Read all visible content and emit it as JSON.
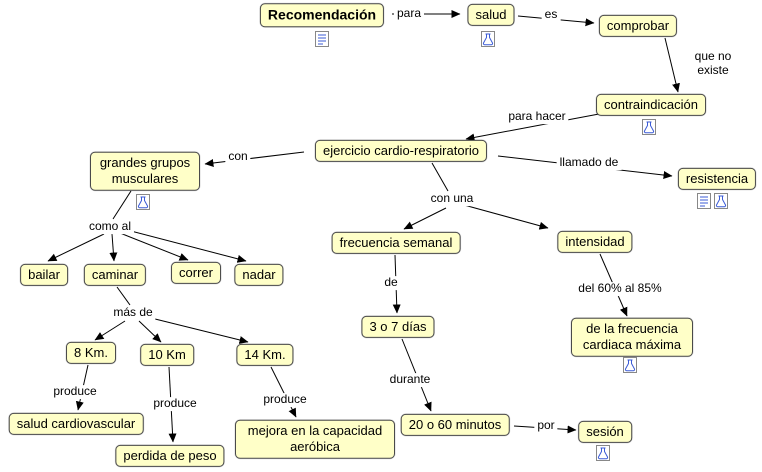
{
  "title": "Mapa conceptual: Recomendación de ejercicio cardio-respiratorio",
  "colors": {
    "background": "#FFFFFF",
    "node_fill": "#FFFFC8",
    "node_border": "#4A4A4A",
    "line": "#000000",
    "icon_accent": "#3B5BD6"
  },
  "icons": {
    "document": "document-icon",
    "flask": "flask-icon"
  },
  "nodes": {
    "recomendacion": {
      "label": "Recomendación",
      "icons": [
        "document-icon"
      ]
    },
    "salud": {
      "label": "salud",
      "icons": [
        "flask-icon"
      ]
    },
    "comprobar": {
      "label": "comprobar",
      "icons": []
    },
    "contraindicacion": {
      "label": "contraindicación",
      "icons": [
        "flask-icon"
      ]
    },
    "ejercicio": {
      "label": "ejercicio cardio-respiratorio",
      "icons": []
    },
    "grandes": {
      "label": "grandes grupos musculares",
      "icons": [
        "flask-icon"
      ]
    },
    "resistencia": {
      "label": "resistencia",
      "icons": [
        "document-icon",
        "flask-icon"
      ]
    },
    "frecuencia_semanal": {
      "label": "frecuencia semanal",
      "icons": []
    },
    "intensidad": {
      "label": "intensidad",
      "icons": []
    },
    "bailar": {
      "label": "bailar",
      "icons": []
    },
    "caminar": {
      "label": "caminar",
      "icons": []
    },
    "correr": {
      "label": "correr",
      "icons": []
    },
    "nadar": {
      "label": "nadar",
      "icons": []
    },
    "km_8": {
      "label": "8 Km.",
      "icons": []
    },
    "km_10": {
      "label": "10 Km",
      "icons": []
    },
    "km_14": {
      "label": "14 Km.",
      "icons": []
    },
    "dias_3_o_7": {
      "label": "3 o 7 días",
      "icons": []
    },
    "frecuencia_cardiaca_maxima": {
      "label": "de la frecuencia cardiaca máxima",
      "icons": [
        "flask-icon"
      ]
    },
    "salud_cardiovascular": {
      "label": "salud cardiovascular",
      "icons": []
    },
    "perdida_de_peso": {
      "label": "perdida de peso",
      "icons": []
    },
    "mejora_capacidad_aerobica": {
      "label": "mejora en la capacidad aeróbica",
      "icons": []
    },
    "minutos_20_o_60": {
      "label": "20 o 60 minutos",
      "icons": []
    },
    "sesion": {
      "label": "sesión",
      "icons": [
        "flask-icon"
      ]
    }
  },
  "edge_labels": {
    "para": "para",
    "es": "es",
    "que_no_existe": "que no existe",
    "para_hacer": "para hacer",
    "con": "con",
    "llamado_de": "llamado de",
    "con_una": "con una",
    "como_al": "como al",
    "mas_de": "más de",
    "de": "de",
    "del_60_al_85": "del 60% al 85%",
    "durante": "durante",
    "produce_1": "produce",
    "produce_2": "produce",
    "produce_3": "produce",
    "por": "por"
  },
  "propositions": [
    {
      "from": "Recomendación",
      "link": "para",
      "to": "salud"
    },
    {
      "from": "salud",
      "link": "es",
      "to": "comprobar"
    },
    {
      "from": "comprobar",
      "link": "que no existe",
      "to": "contraindicación"
    },
    {
      "from": "contraindicación",
      "link": "para hacer",
      "to": "ejercicio cardio-respiratorio"
    },
    {
      "from": "ejercicio cardio-respiratorio",
      "link": "con",
      "to": "grandes grupos musculares"
    },
    {
      "from": "ejercicio cardio-respiratorio",
      "link": "llamado de",
      "to": "resistencia"
    },
    {
      "from": "ejercicio cardio-respiratorio",
      "link": "con una",
      "to": "frecuencia semanal"
    },
    {
      "from": "ejercicio cardio-respiratorio",
      "link": "con una",
      "to": "intensidad"
    },
    {
      "from": "grandes grupos musculares",
      "link": "como al",
      "to": "bailar"
    },
    {
      "from": "grandes grupos musculares",
      "link": "como al",
      "to": "caminar"
    },
    {
      "from": "grandes grupos musculares",
      "link": "como al",
      "to": "correr"
    },
    {
      "from": "grandes grupos musculares",
      "link": "como al",
      "to": "nadar"
    },
    {
      "from": "caminar",
      "link": "más de",
      "to": "8 Km."
    },
    {
      "from": "caminar",
      "link": "más de",
      "to": "10 Km"
    },
    {
      "from": "caminar",
      "link": "más de",
      "to": "14 Km."
    },
    {
      "from": "frecuencia semanal",
      "link": "de",
      "to": "3 o 7 días"
    },
    {
      "from": "3 o 7 días",
      "link": "durante",
      "to": "20 o 60 minutos"
    },
    {
      "from": "intensidad",
      "link": "del 60% al 85%",
      "to": "de la frecuencia cardiaca máxima"
    },
    {
      "from": "8 Km.",
      "link": "produce",
      "to": "salud cardiovascular"
    },
    {
      "from": "10 Km",
      "link": "produce",
      "to": "perdida de peso"
    },
    {
      "from": "14 Km.",
      "link": "produce",
      "to": "mejora en la capacidad aeróbica"
    },
    {
      "from": "20 o 60 minutos",
      "link": "por",
      "to": "sesión"
    }
  ]
}
